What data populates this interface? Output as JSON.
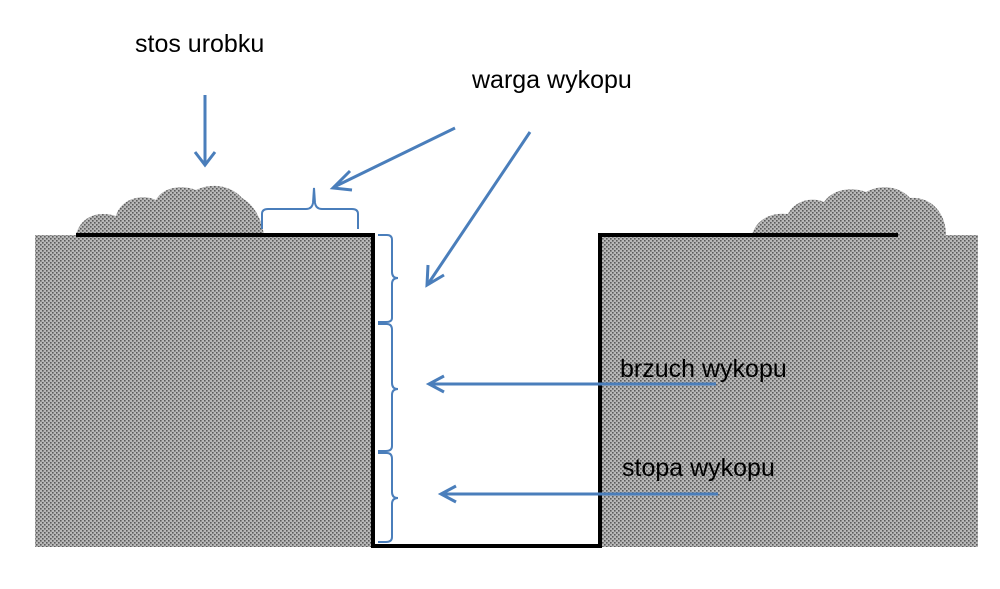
{
  "colors": {
    "soil_base": "#b8b8b8",
    "soil_dot": "#5a5a5a",
    "outline": "#000000",
    "arrow": "#4a7ebb",
    "label": "#000000"
  },
  "labels": {
    "spoil_heap": "stos urobku",
    "trench_lip": "warga wykopu",
    "trench_belly": "brzuch wykopu",
    "trench_foot": "stopa wykopu"
  },
  "icons": {
    "arrow_head": "arrow-head-icon",
    "curly_brace": "curly-brace-icon"
  }
}
